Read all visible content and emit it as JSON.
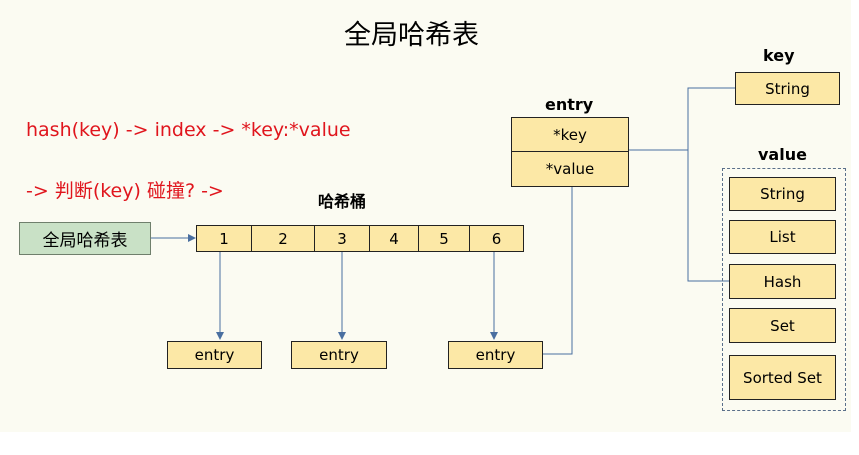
{
  "title": "全局哈希表",
  "formula_line1": "hash(key) -> index -> *key:*value",
  "formula_line2": "-> 判断(key) 碰撞?   ->",
  "global_table_label": "全局哈希表",
  "bucket_label": "哈希桶",
  "buckets": [
    "1",
    "2",
    "3",
    "4",
    "5",
    "6"
  ],
  "entries": [
    "entry",
    "entry",
    "entry"
  ],
  "entry_struct": {
    "title": "entry",
    "fields": [
      "*key",
      "*value"
    ]
  },
  "key_group": {
    "title": "key",
    "type": "String"
  },
  "value_group": {
    "title": "value",
    "types": [
      "String",
      "List",
      "Hash",
      "Set",
      "Sorted Set"
    ]
  },
  "colors": {
    "box_fill": "#fce8a6",
    "green_fill": "#c9e1c6",
    "connector": "#4a6fa0",
    "red_text": "#e0151d"
  }
}
